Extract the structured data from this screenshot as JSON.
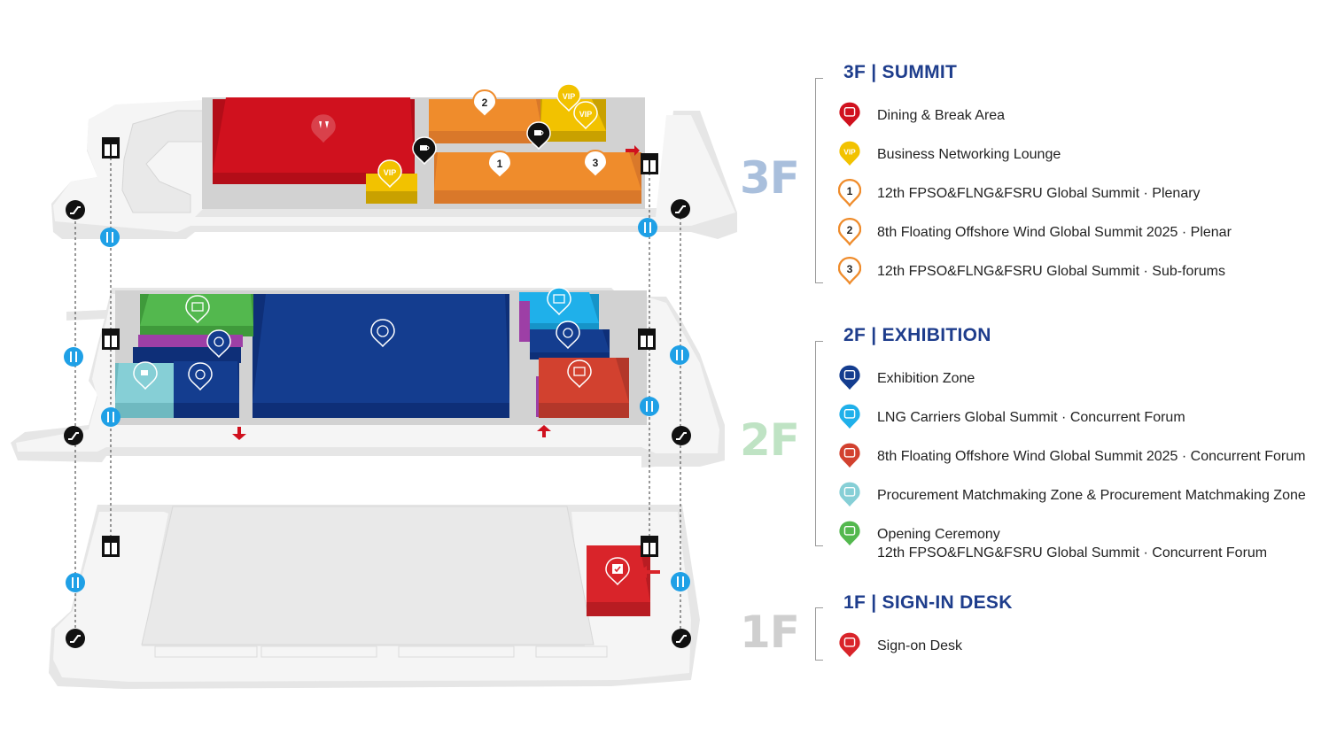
{
  "floors": {
    "f3": {
      "label": "3F",
      "color": "#a9bfdc"
    },
    "f2": {
      "label": "2F",
      "color": "#bfe3c4"
    },
    "f1": {
      "label": "1F",
      "color": "#cfcfcf"
    }
  },
  "map_markers": {
    "vip": "VIP",
    "n1": "1",
    "n2": "2",
    "n3": "3"
  },
  "legend": {
    "summit": {
      "title": "3F | SUMMIT",
      "items": [
        {
          "text": "Dining & Break Area",
          "color": "#d0111e",
          "icon": "dining-icon"
        },
        {
          "text": "Business Networking Lounge",
          "color": "#f2c200",
          "icon": "vip-icon",
          "glyph": "VIP"
        },
        {
          "text": "12th FPSO&FLNG&FSRU Global Summit · Plenary",
          "color": "#ef8c2c",
          "icon": "number-1-icon",
          "glyph": "1"
        },
        {
          "text": "8th Floating Offshore Wind Global Summit 2025 · Plenar",
          "color": "#ef8c2c",
          "icon": "number-2-icon",
          "glyph": "2"
        },
        {
          "text": "12th FPSO&FLNG&FSRU Global Summit · Sub-forums",
          "color": "#ef8c2c",
          "icon": "number-3-icon",
          "glyph": "3"
        }
      ]
    },
    "exhibition": {
      "title": "2F | EXHIBITION",
      "items": [
        {
          "text": "Exhibition Zone",
          "color": "#143d8f",
          "icon": "exhibition-icon"
        },
        {
          "text": "LNG Carriers Global Summit · Concurrent Forum",
          "color": "#1fb0ea",
          "icon": "forum-icon"
        },
        {
          "text": "8th Floating Offshore Wind Global Summit 2025 · Concurrent Forum",
          "color": "#d2412f",
          "icon": "forum-icon"
        },
        {
          "text": "Procurement Matchmaking Zone & Procurement Matchmaking Zone",
          "color": "#86cfd6",
          "icon": "coffee-icon"
        },
        {
          "text": "Opening Ceremony",
          "text2": "12th FPSO&FLNG&FSRU Global Summit · Concurrent Forum",
          "color": "#53b84e",
          "icon": "forum-icon"
        }
      ]
    },
    "signin": {
      "title": "1F | SIGN-IN DESK",
      "items": [
        {
          "text": "Sign-on Desk",
          "color": "#d9242a",
          "icon": "sign-in-check-icon"
        }
      ]
    }
  }
}
